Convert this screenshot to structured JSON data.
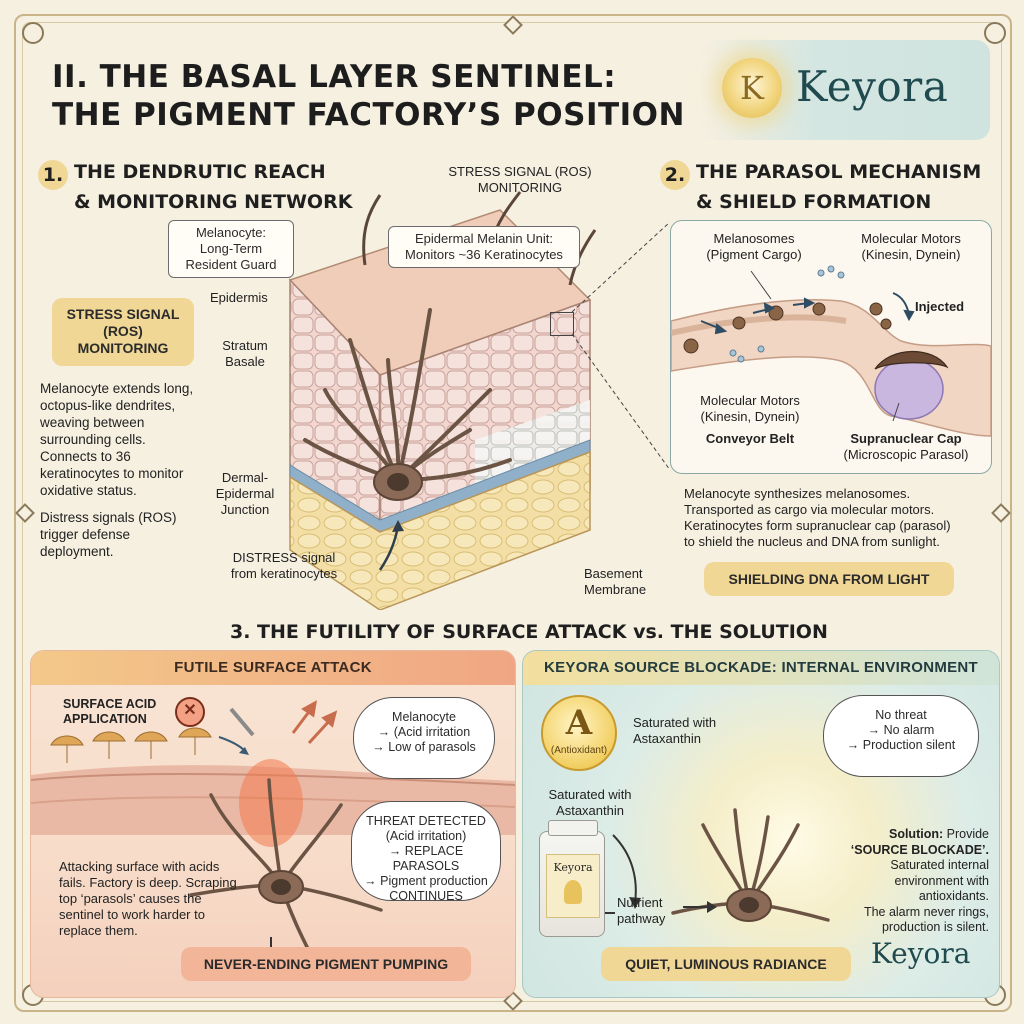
{
  "title": {
    "line1": "II. THE BASAL LAYER SENTINEL:",
    "line2": "THE PIGMENT FACTORY’S POSITION"
  },
  "brand": {
    "logo_letter": "K",
    "name": "Keyora"
  },
  "section1": {
    "number": "1.",
    "heading_line1": "THE DENDRUTIC REACH",
    "heading_line2": "& MONITORING NETWORK",
    "stress_pill": "STRESS SIGNAL (ROS) MONITORING",
    "stress_top_line1": "STRESS SIGNAL (ROS)",
    "stress_top_line2": "MONITORING",
    "melanocyte_callout_line1": "Melanocyte:",
    "melanocyte_callout_line2": "Long-Term",
    "melanocyte_callout_line3": "Resident Guard",
    "unit_callout_line1": "Epidermal Melanin Unit:",
    "unit_callout_line2": "Monitors ~36 Keratinocytes",
    "layer_epidermis": "Epidermis",
    "layer_basale_line1": "Stratum",
    "layer_basale_line2": "Basale",
    "layer_junction_line1": "Dermal-",
    "layer_junction_line2": "Epidermal",
    "layer_junction_line3": "Junction",
    "distress_line1": "DISTRESS signal",
    "distress_line2": "from keratinocytes",
    "basement_line1": "Basement",
    "basement_line2": "Membrane",
    "body_p1": "Melanocyte extends long, octopus-like dendrites, weaving between surrounding cells. Connects to 36 keratinocytes to monitor oxidative status.",
    "body_p2": "Distress signals (ROS) trigger defense deployment."
  },
  "section2": {
    "number": "2.",
    "heading_line1": "THE PARASOL MECHANISM",
    "heading_line2": "& SHIELD FORMATION",
    "melanosomes_line1": "Melanosomes",
    "melanosomes_line2": "(Pigment Cargo)",
    "motors_top_line1": "Molecular Motors",
    "motors_top_line2": "(Kinesin, Dynein)",
    "injected": "Injected",
    "motors_bottom_line1": "Molecular Motors",
    "motors_bottom_line2": "(Kinesin, Dynein)",
    "conveyor": "Conveyor Belt",
    "cap_line1": "Supranuclear Cap",
    "cap_line2": "(Microscopic Parasol)",
    "body_l1": "Melanocyte synthesizes melanosomes.",
    "body_l2": "Transported as cargo via molecular motors.",
    "body_l3": "Keratinocytes form supranuclear cap (parasol)",
    "body_l4": "to shield the nucleus and DNA from sunlight.",
    "pill": "SHIELDING DNA FROM LIGHT"
  },
  "section3": {
    "heading": "3. THE FUTILITY OF SURFACE ATTACK vs. THE SOLUTION",
    "left": {
      "header": "FUTILE SURFACE ATTACK",
      "acid_line1": "SURFACE ACID",
      "acid_line2": "APPLICATION",
      "cloud1_line1": "Melanocyte",
      "cloud1_line2": "→ (Acid irritation",
      "cloud1_line3": "→ Low of parasols",
      "cloud2_line1": "THREAT DETECTED",
      "cloud2_line2": "(Acid irritation)",
      "cloud2_line3": "→ REPLACE PARASOLS",
      "cloud2_line4": "→ Pigment production",
      "cloud2_line5": "CONTINUES",
      "body": "Attacking surface with acids fails. Factory is deep. Scraping top ‘parasols’ causes the sentinel to work harder to replace them.",
      "pill": "NEVER-ENDING PIGMENT PUMPING"
    },
    "right": {
      "header": "KEYORA SOURCE BLOCKADE: INTERNAL ENVIRONMENT",
      "badge_letter": "A",
      "badge_sub": "(Antioxidant)",
      "saturated1_line1": "Saturated with",
      "saturated1_line2": "Astaxanthin",
      "saturated2_line1": "Saturated with",
      "saturated2_line2": "Astaxanthin",
      "cloud_line1": "No threat",
      "cloud_line2": "→ No alarm",
      "cloud_line3": "→ Production silent",
      "bottle_label": "Keyora",
      "nutrient_line1": "Nutrient",
      "nutrient_line2": "pathway",
      "solution_lead": "Solution:",
      "solution_l1": " Provide",
      "solution_l2": "‘SOURCE BLOCKADE’.",
      "solution_l3": "Saturated internal",
      "solution_l4": "environment with antioxidants.",
      "solution_l5": "The alarm never rings,",
      "solution_l6": "production is silent.",
      "brand": "Keyora",
      "pill": "QUIET, LUMINOUS RADIANCE"
    }
  }
}
